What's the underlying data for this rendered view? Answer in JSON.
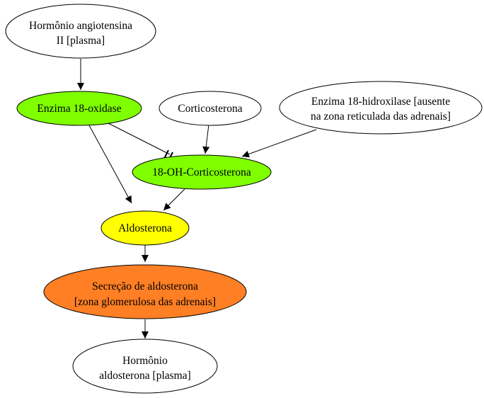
{
  "diagram": {
    "nodes": {
      "angiotensin": {
        "line1": "Hormônio angiotensina",
        "line2": "II [plasma]",
        "fill": "#ffffff"
      },
      "oxidase": {
        "label": "Enzima 18-oxidase",
        "fill": "#7fff00"
      },
      "corticosterona": {
        "label": "Corticosterona",
        "fill": "#ffffff"
      },
      "hidroxilase": {
        "line1": "Enzima 18-hidroxilase [ausente",
        "line2": "na zona reticulada das adrenais]",
        "fill": "#ffffff"
      },
      "oh_corticosterona": {
        "label": "18-OH-Corticosterona",
        "fill": "#7fff00"
      },
      "aldosterona": {
        "label": "Aldosterona",
        "fill": "#ffff00"
      },
      "secrecao": {
        "line1": "Secreção de aldosterona",
        "line2": "[zona glomerulosa das adrenais]",
        "fill": "#ff7f24"
      },
      "hormonio_aldosterona": {
        "line1": "Hormônio",
        "line2": "aldosterona [plasma]",
        "fill": "#ffffff"
      }
    },
    "edges": [
      {
        "from": "angiotensin",
        "to": "oxidase",
        "type": "arrow"
      },
      {
        "from": "oxidase",
        "to": "oh_corticosterona",
        "type": "inhibit-tee"
      },
      {
        "from": "corticosterona",
        "to": "oh_corticosterona",
        "type": "arrow"
      },
      {
        "from": "hidroxilase",
        "to": "oh_corticosterona",
        "type": "arrow"
      },
      {
        "from": "oxidase",
        "to": "aldosterona",
        "type": "arrow"
      },
      {
        "from": "oh_corticosterona",
        "to": "aldosterona",
        "type": "arrow"
      },
      {
        "from": "aldosterona",
        "to": "secrecao",
        "type": "arrow"
      },
      {
        "from": "secrecao",
        "to": "hormonio_aldosterona",
        "type": "arrow"
      }
    ]
  }
}
